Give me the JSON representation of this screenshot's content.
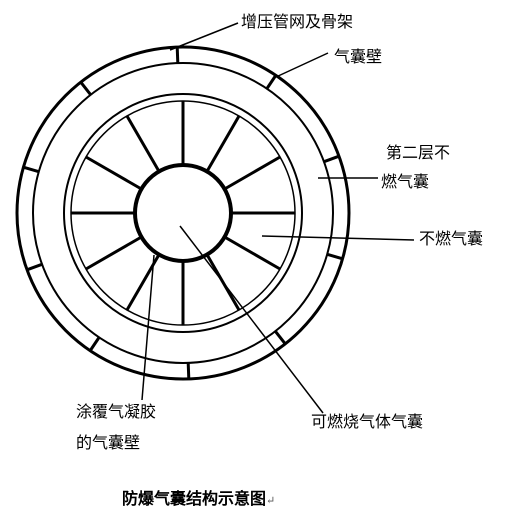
{
  "labels": {
    "pipe_frame": "增压管网及骨架",
    "bag_wall": "气囊壁",
    "second_layer_line1": "第二层不",
    "second_layer_line2": "燃气囊",
    "nonflammable_bag": "不燃气囊",
    "coated_wall_line1": "涂覆气凝胶",
    "coated_wall_line2": "的气囊壁",
    "flammable_gas_bag": "可燃烧气体气囊"
  },
  "caption": {
    "text": "防爆气囊结构示意图",
    "mark": "↵"
  },
  "colors": {
    "stroke": "#000000",
    "background": "#ffffff"
  }
}
